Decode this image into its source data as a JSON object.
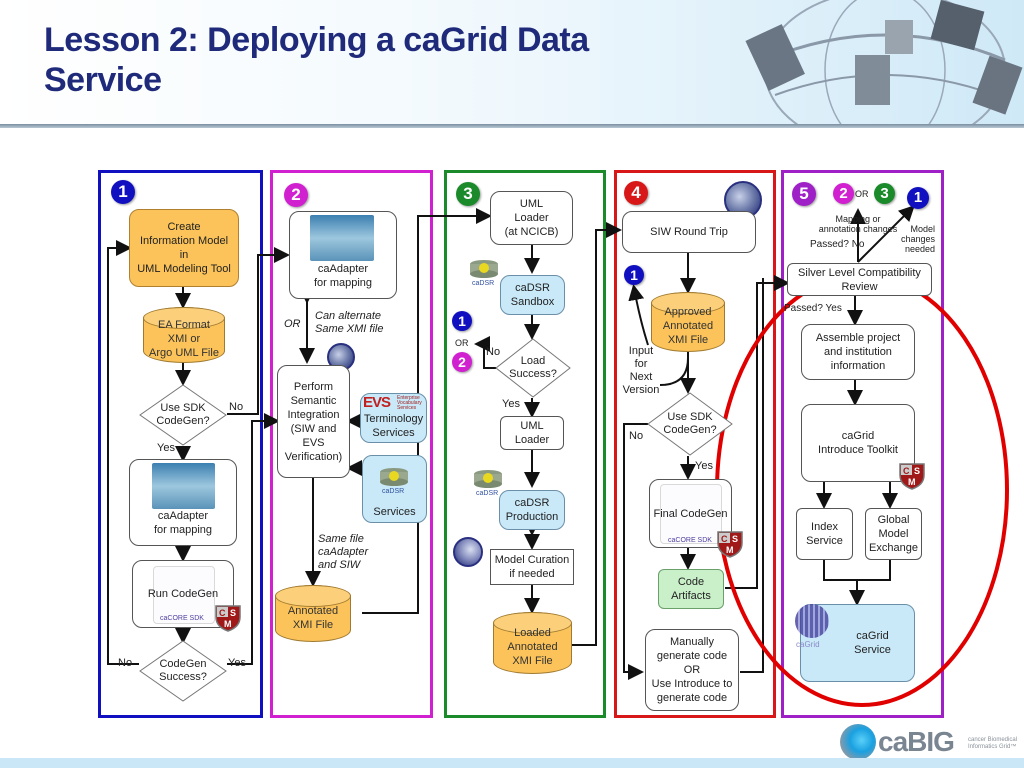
{
  "slide": {
    "title_line1": "Lesson 2: Deploying a caGrid Data",
    "title_line2": "Service"
  },
  "colors": {
    "title": "#1f2a7a",
    "lane1": "#1010c0",
    "lane2": "#d020d0",
    "lane3": "#1a8a2a",
    "lane4": "#d81818",
    "lane5": "#a020c8",
    "highlight_ellipse": "#e00000",
    "process_orange": "#fbc35a",
    "service_blue": "#c9e9f8",
    "artifact_green": "#c9f0c9"
  },
  "lanes": {
    "lane1": {
      "number": "1",
      "create_model": [
        "Create",
        "Information Model",
        "in",
        "UML Modeling Tool"
      ],
      "ea_format": [
        "EA Format",
        "XMI or",
        "Argo UML File"
      ],
      "use_sdk": [
        "Use SDK",
        "CodeGen?"
      ],
      "no": "No",
      "yes": "Yes",
      "caadapter": [
        "caAdapter",
        "for mapping"
      ],
      "run_codegen": "Run CodeGen",
      "cacore_sdk": "caCORE SDK",
      "codegen_success": [
        "CodeGen",
        "Success?"
      ],
      "success_no": "No",
      "success_yes": "Yes"
    },
    "lane2": {
      "number": "2",
      "caadapter": [
        "caAdapter",
        "for mapping"
      ],
      "or": "OR",
      "can_alternate": [
        "Can alternate",
        "Same XMI file"
      ],
      "perform": [
        "Perform",
        "Semantic",
        "Integration",
        "(SIW and",
        "EVS",
        "Verification)"
      ],
      "evs_logo": "EVS",
      "evs_sub": [
        "Enterprise",
        "Vocabulary",
        "Services"
      ],
      "terminology": [
        "Terminology",
        "Services"
      ],
      "cadsr_label": "caDSR",
      "services": "Services",
      "same_file": [
        "Same file",
        "caAdapter",
        "and SIW"
      ],
      "annotated": [
        "Annotated",
        "XMI File"
      ]
    },
    "lane3": {
      "number": "3",
      "uml_loader_ncicb": [
        "UML",
        "Loader",
        "(at NCICB)"
      ],
      "cadsr_label": "caDSR",
      "sandbox": [
        "caDSR",
        "Sandbox"
      ],
      "back_1": "1",
      "or": "OR",
      "back_2": "2",
      "no": "No",
      "load_success": [
        "Load",
        "Success?"
      ],
      "yes": "Yes",
      "uml_loader": [
        "UML",
        "Loader"
      ],
      "production": [
        "caDSR",
        "Production"
      ],
      "curation": [
        "Model Curation",
        "if needed"
      ],
      "loaded": [
        "Loaded",
        "Annotated",
        "XMI File"
      ]
    },
    "lane4": {
      "number": "4",
      "siw_round_trip": "SIW Round Trip",
      "back_1": "1",
      "approved": [
        "Approved",
        "Annotated",
        "XMI File"
      ],
      "input_next": [
        "Input",
        "for",
        "Next",
        "Version"
      ],
      "use_sdk": [
        "Use SDK",
        "CodeGen?"
      ],
      "no": "No",
      "yes": "Yes",
      "final_codegen": "Final CodeGen",
      "cacore_sdk": "caCORE SDK",
      "code_artifacts": [
        "Code",
        "Artifacts"
      ],
      "manually": [
        "Manually",
        "generate code",
        "OR",
        "Use Introduce to",
        "generate code"
      ]
    },
    "lane5": {
      "number": "5",
      "back_2": "2",
      "or": "OR",
      "back_3": "3",
      "back_1": "1",
      "mapping_changes": [
        "Mapping or",
        "annotation changes"
      ],
      "model_changes": [
        "Model",
        "changes",
        "needed"
      ],
      "passed_no": "Passed? No",
      "silver_review": [
        "Silver Level Compatibility",
        "Review"
      ],
      "passed_yes": "Passed? Yes",
      "assemble": [
        "Assemble project",
        "and institution",
        "information"
      ],
      "introduce": [
        "caGrid",
        "Introduce Toolkit"
      ],
      "index_service": [
        "Index",
        "Service"
      ],
      "gme": [
        "Global",
        "Model",
        "Exchange"
      ],
      "cagrid_logo": "caGrid",
      "cagrid_service": [
        "caGrid",
        "Service"
      ]
    }
  },
  "badges": {
    "csm": [
      "C",
      "S",
      "M"
    ]
  },
  "footer": {
    "logo": "caBIG",
    "tagline": [
      "cancer Biomedical",
      "Informatics Grid™"
    ]
  }
}
